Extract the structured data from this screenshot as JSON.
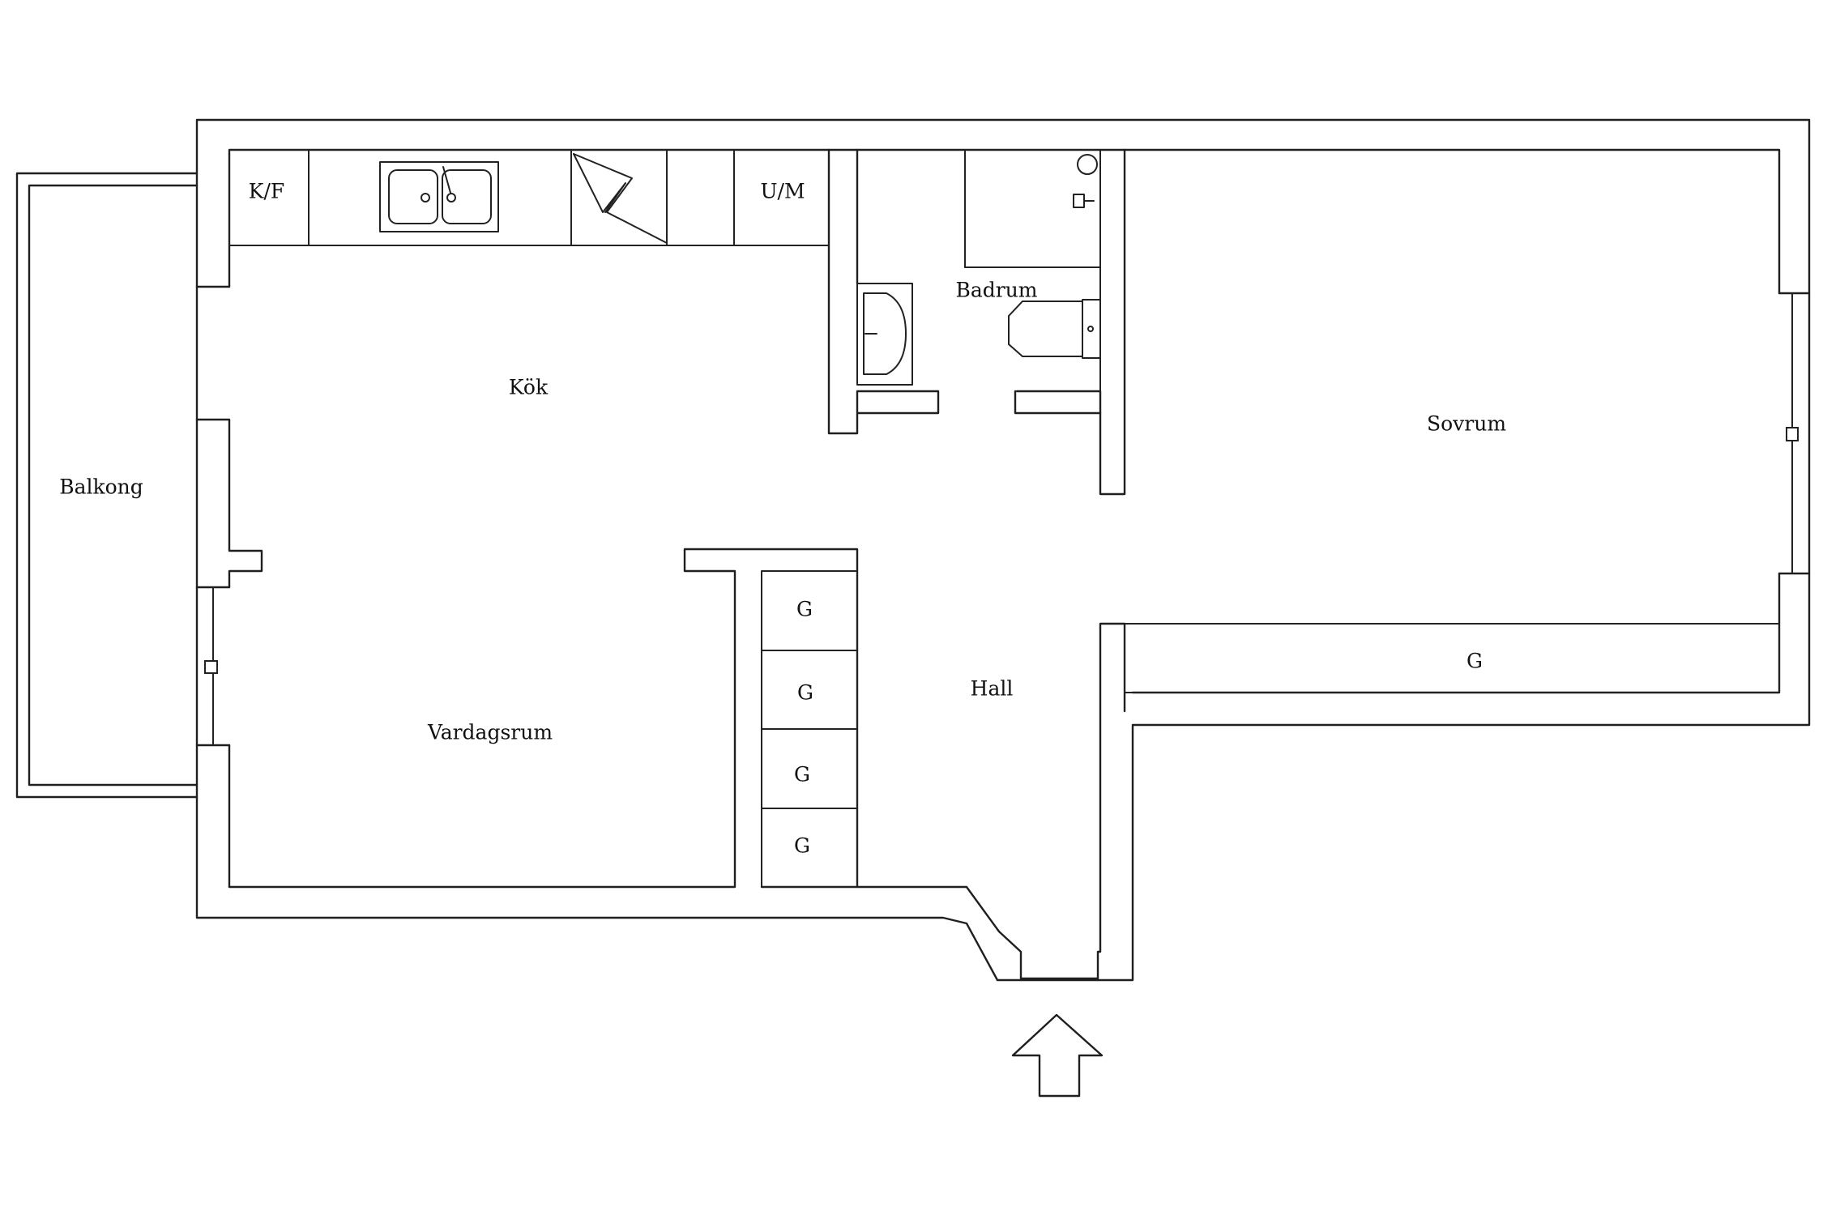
{
  "floorplan": {
    "rooms": {
      "balkong": "Balkong",
      "kok": "Kök",
      "badrum": "Badrum",
      "sovrum": "Sovrum",
      "vardagsrum": "Vardagsrum",
      "hall": "Hall"
    },
    "appliances": {
      "fridge_freezer": "K/F",
      "washer_dryer": "U/M"
    },
    "closets": {
      "hall_1": "G",
      "hall_2": "G",
      "hall_3": "G",
      "hall_4": "G",
      "sovrum": "G"
    }
  }
}
